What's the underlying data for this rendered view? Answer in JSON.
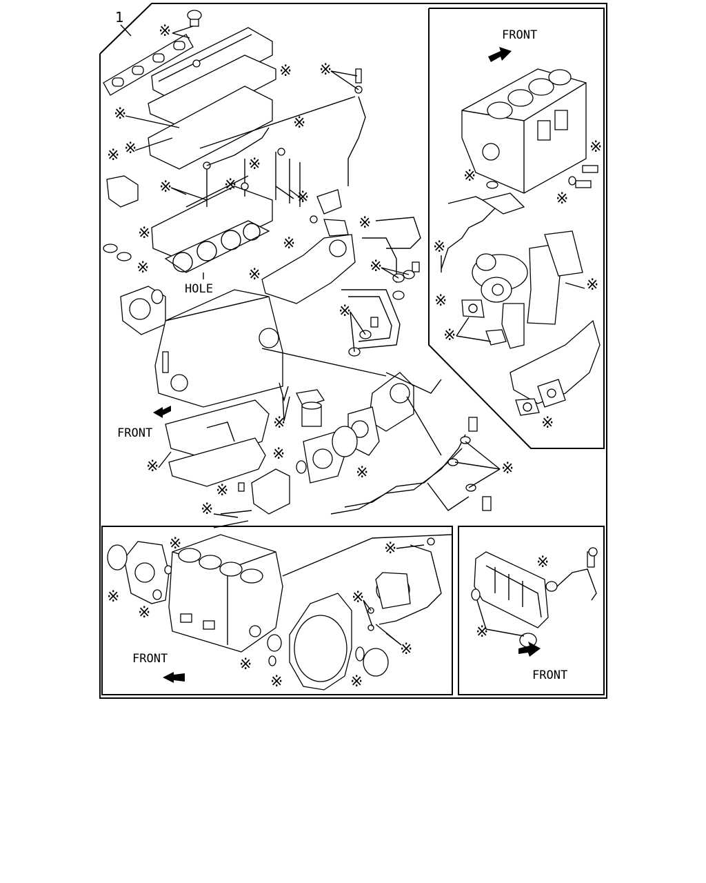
{
  "diagram": {
    "callout_number": "1",
    "labels": {
      "front_top_right": "FRONT",
      "front_main": "FRONT",
      "front_bottom_left": "FRONT",
      "front_bottom_right": "FRONT",
      "hole": "HOLE"
    },
    "marker_symbol": "※"
  }
}
